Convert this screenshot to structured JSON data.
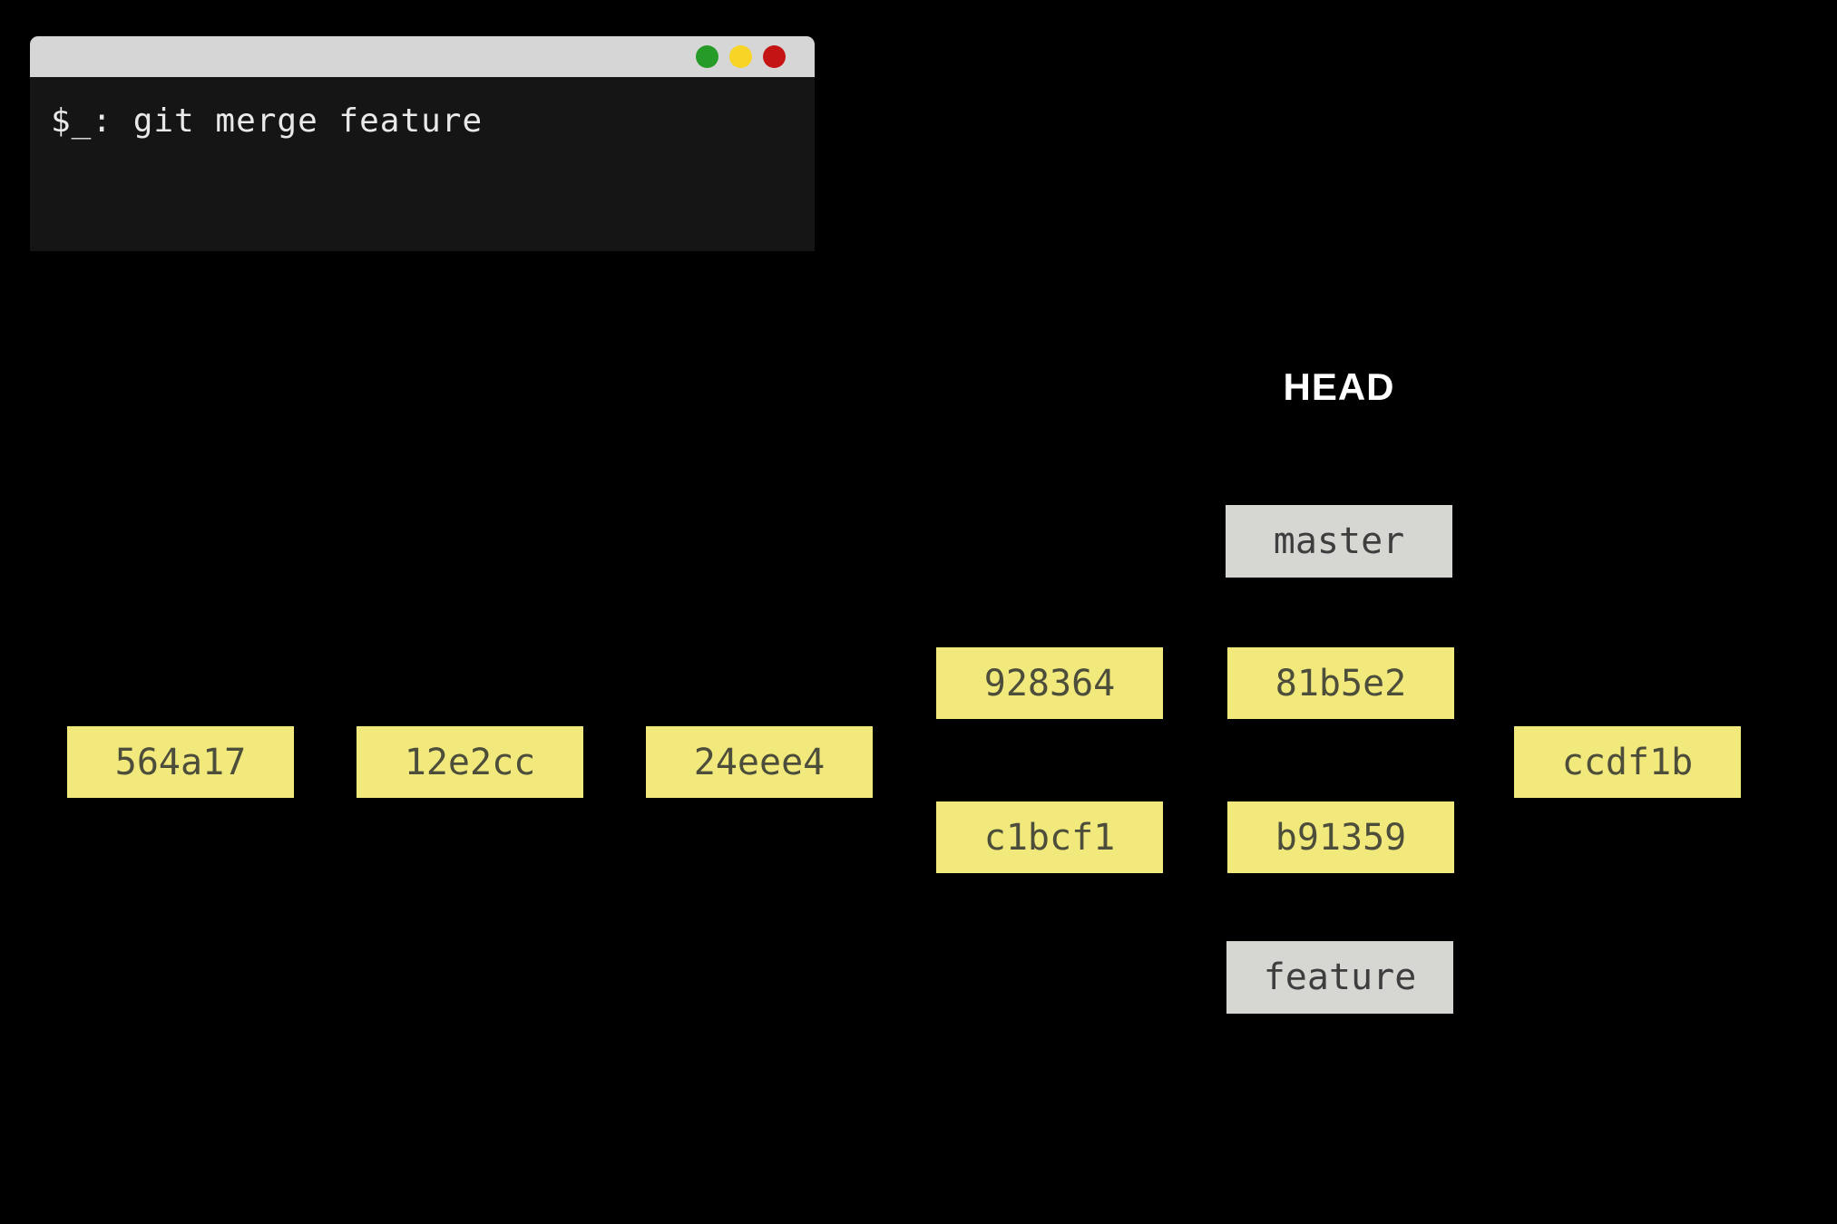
{
  "page": {
    "background": "#000000"
  },
  "terminal": {
    "command": "$_: git merge feature",
    "colors": {
      "titlebar": "#d6d6d6",
      "body": "#151515",
      "text": "#e9e9e9"
    },
    "lights": [
      {
        "name": "green",
        "color": "#279b27"
      },
      {
        "name": "yellow",
        "color": "#f7d425"
      },
      {
        "name": "red",
        "color": "#c41414"
      }
    ]
  },
  "graph": {
    "head_label": "HEAD",
    "main_commits": [
      "564a17",
      "12e2cc",
      "24eee4"
    ],
    "master_branch": {
      "label": "master",
      "commits": [
        "928364",
        "81b5e2"
      ]
    },
    "feature_branch": {
      "label": "feature",
      "commits": [
        "c1bcf1",
        "b91359"
      ]
    },
    "merge_commit": "ccdf1b",
    "colors": {
      "commit_fill": "#f1e97b",
      "commit_text": "#4d4d3b",
      "ref_fill": "#d6d6d3",
      "ref_text": "#3e3e3e",
      "head_text": "#ffffff"
    }
  }
}
